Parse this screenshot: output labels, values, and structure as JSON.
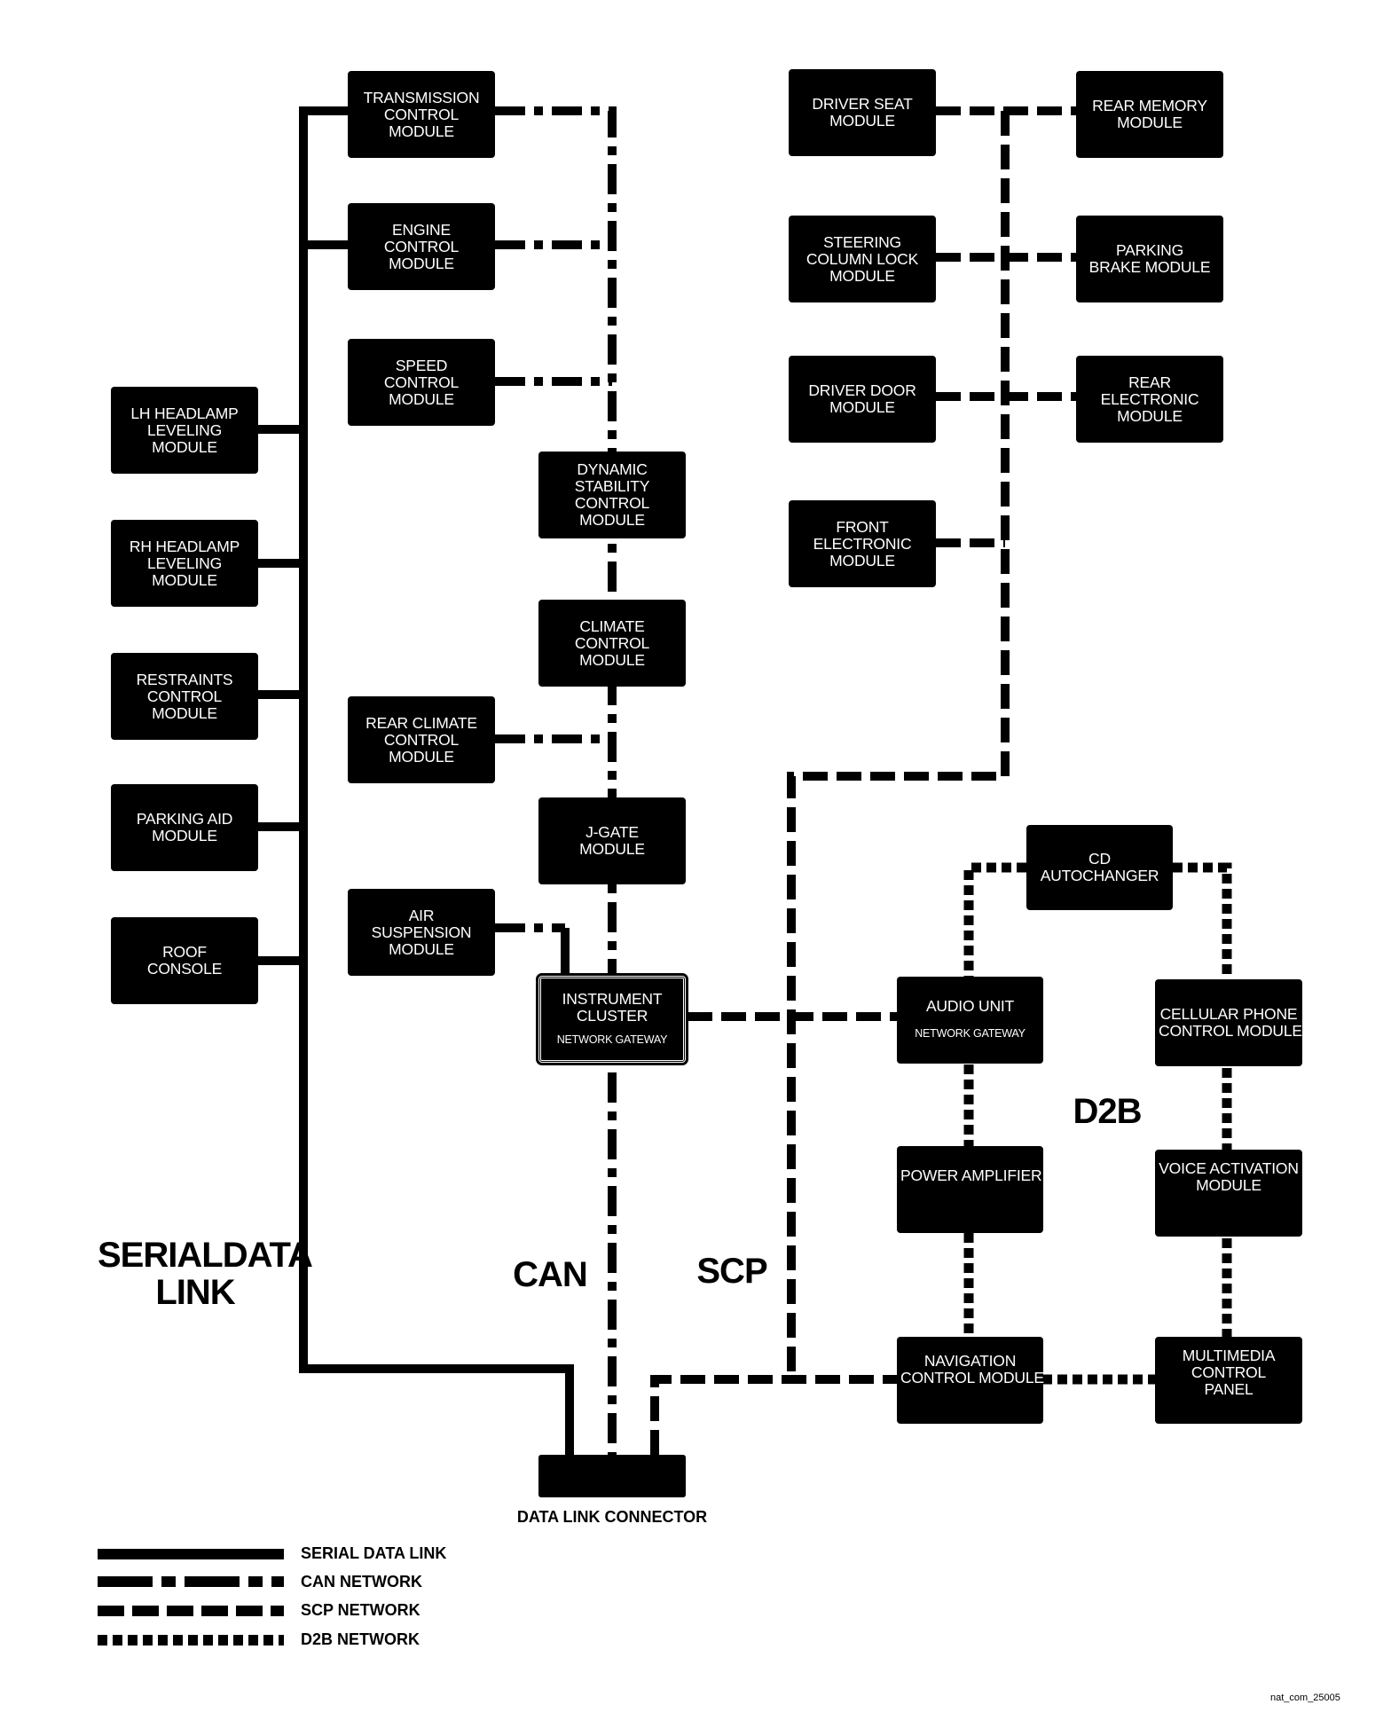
{
  "modules": {
    "tcm": [
      "TRANSMISSION",
      "CONTROL",
      "MODULE"
    ],
    "ecm": [
      "ENGINE",
      "CONTROL",
      "MODULE"
    ],
    "scm": [
      "SPEED",
      "CONTROL",
      "MODULE"
    ],
    "dscm": [
      "DYNAMIC",
      "STABILITY",
      "CONTROL",
      "MODULE"
    ],
    "ccm": [
      "CLIMATE",
      "CONTROL",
      "MODULE"
    ],
    "rccm": [
      "REAR CLIMATE",
      "CONTROL",
      "MODULE"
    ],
    "jgate": [
      "J-GATE",
      "MODULE"
    ],
    "asm": [
      "AIR",
      "SUSPENSION",
      "MODULE"
    ],
    "ic": [
      "INSTRUMENT",
      "CLUSTER"
    ],
    "ic_sub": "NETWORK GATEWAY",
    "lhhl": [
      "LH HEADLAMP",
      "LEVELING",
      "MODULE"
    ],
    "rhhl": [
      "RH HEADLAMP",
      "LEVELING",
      "MODULE"
    ],
    "rcm": [
      "RESTRAINTS",
      "CONTROL",
      "MODULE"
    ],
    "pam": [
      "PARKING AID",
      "MODULE"
    ],
    "roof": [
      "ROOF",
      "CONSOLE"
    ],
    "dsm": [
      "DRIVER SEAT",
      "MODULE"
    ],
    "rmm": [
      "REAR MEMORY",
      "MODULE"
    ],
    "sclm": [
      "STEERING",
      "COLUMN LOCK",
      "MODULE"
    ],
    "pbm": [
      "PARKING",
      "BRAKE MODULE"
    ],
    "ddm": [
      "DRIVER DOOR",
      "MODULE"
    ],
    "rem": [
      "REAR",
      "ELECTRONIC",
      "MODULE"
    ],
    "fem": [
      "FRONT",
      "ELECTRONIC",
      "MODULE"
    ],
    "cd": [
      "CD",
      "AUTOCHANGER"
    ],
    "audio": [
      "AUDIO UNIT"
    ],
    "audio_sub": "NETWORK GATEWAY",
    "cell": [
      "CELLULAR PHONE",
      "CONTROL MODULE"
    ],
    "amp": [
      "POWER AMPLIFIER"
    ],
    "voice": [
      "VOICE ACTIVATION",
      "MODULE"
    ],
    "nav": [
      "NAVIGATION",
      "CONTROL MODULE"
    ],
    "mcp": [
      "MULTIMEDIA",
      "CONTROL",
      "PANEL"
    ]
  },
  "network_labels": {
    "serial": [
      "SERIAL",
      "DATA LINK"
    ],
    "can": "CAN",
    "scp": "SCP",
    "d2b": "D2B"
  },
  "connector_label": "DATA LINK CONNECTOR",
  "legend": {
    "serial": "SERIAL DATA LINK",
    "can": "CAN NETWORK",
    "scp": "SCP NETWORK",
    "d2b": "D2B NETWORK"
  },
  "figure_id": "nat_com_25005"
}
